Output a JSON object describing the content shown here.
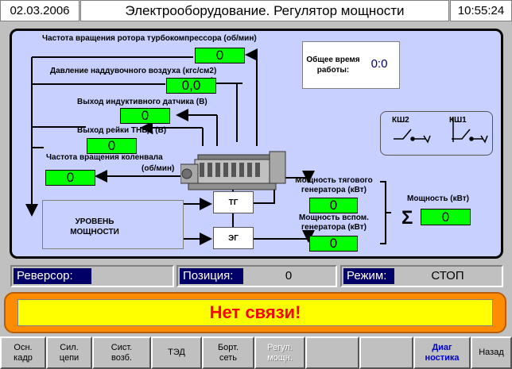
{
  "header": {
    "date": "02.03.2006",
    "title": "Электрооборудование. Регулятор мощности",
    "time": "10:55:24"
  },
  "params": {
    "turbo_speed": {
      "label": "Частота вращения ротора турбокомпрессора (об/мин)",
      "value": "0"
    },
    "boost_pressure": {
      "label": "Давление наддувочного воздуха (кгс/см2)",
      "value": "0,0"
    },
    "inductive_sensor": {
      "label": "Выход индуктивного датчика (В)",
      "value": "0"
    },
    "tnvd_rack": {
      "label": "Выход рейки ТНВД (В)",
      "value": "0"
    },
    "crankshaft_speed": {
      "label_1": "Частота вращения коленвала",
      "label_2": "(об/мин)",
      "value": "0"
    }
  },
  "total_time": {
    "label_1": "Общее время",
    "label_2": "работы:",
    "value": "0:0"
  },
  "switches": {
    "ksh2": "КШ2",
    "ksh1": "КШ1"
  },
  "power_level": {
    "label_1": "УРОВЕНЬ",
    "label_2": "МОЩНОСТИ"
  },
  "generators": {
    "tg": "ТГ",
    "eg": "ЭГ",
    "traction": {
      "label_1": "Мощность тягового",
      "label_2": "генератора (кВт)",
      "value": "0"
    },
    "aux": {
      "label_1": "Мощность вспом.",
      "label_2": "генератора (кВт)",
      "value": "0"
    }
  },
  "total_power": {
    "label": "Мощность (кВт)",
    "symbol": "Σ",
    "value": "0"
  },
  "status": {
    "reverser_label": "Реверсор:",
    "reverser_value": "",
    "position_label": "Позиция:",
    "position_value": "0",
    "mode_label": "Режим:",
    "mode_value": "СТОП"
  },
  "alert": "Нет связи!",
  "buttons": [
    {
      "line1": "Осн.",
      "line2": "кадр",
      "state": "normal"
    },
    {
      "line1": "Сил.",
      "line2": "цепи",
      "state": "normal"
    },
    {
      "line1": "Сист.",
      "line2": "возб.",
      "state": "normal"
    },
    {
      "line1": "ТЭД",
      "line2": "",
      "state": "normal"
    },
    {
      "line1": "Борт.",
      "line2": "сеть",
      "state": "normal"
    },
    {
      "line1": "Регул.",
      "line2": "мощн.",
      "state": "disabled"
    },
    {
      "line1": "",
      "line2": "",
      "state": "normal"
    },
    {
      "line1": "",
      "line2": "",
      "state": "normal"
    },
    {
      "line1": "Диаг",
      "line2": "ностика",
      "state": "active"
    },
    {
      "line1": "Назад",
      "line2": "",
      "state": "normal"
    }
  ],
  "colors": {
    "panel_bg": "#c8d0ff",
    "value_bg": "#00ff00",
    "alert_outer": "#ff8c00",
    "alert_inner": "#ffff00",
    "alert_text": "#ff0000",
    "status_tag": "#000066"
  }
}
